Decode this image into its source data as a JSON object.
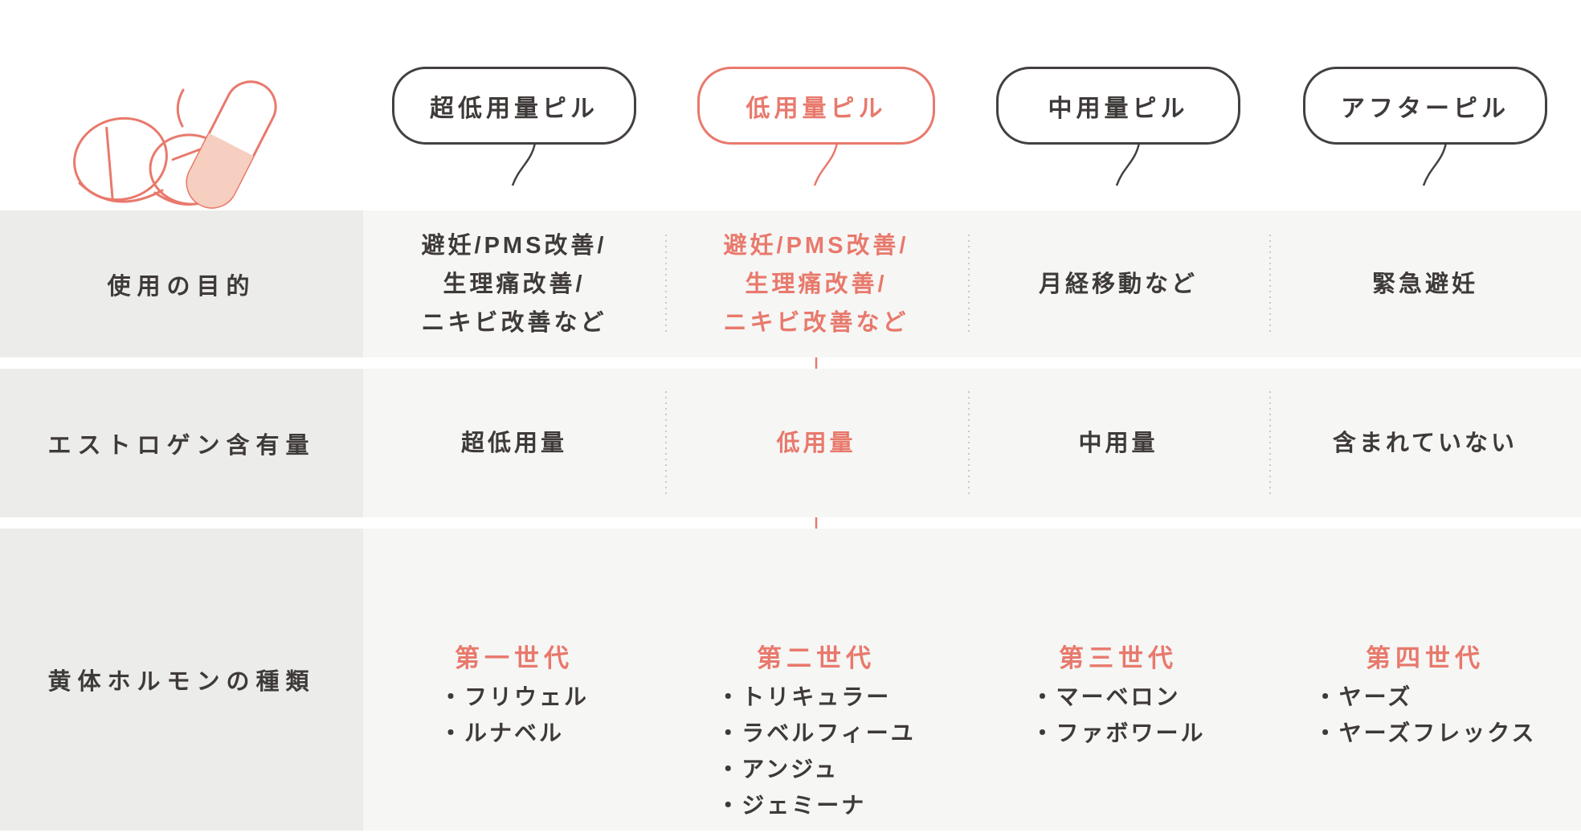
{
  "palette": {
    "accent": "#E8796C",
    "accent_fill": "#F6CFC0",
    "dark": "#3E3A39",
    "label_bg": "#ECECEB",
    "cell_bg": "#F6F6F5",
    "dotted": "#C9C9C9"
  },
  "bubbles": [
    {
      "label": "超低用量ピル"
    },
    {
      "label": "低用量ピル"
    },
    {
      "label": "中用量ピル"
    },
    {
      "label": "アフターピル"
    }
  ],
  "rows": {
    "purpose": {
      "label": "使用の目的",
      "col1": [
        "避妊/PMS改善/",
        "生理痛改善/",
        "ニキビ改善など"
      ],
      "col2": [
        "避妊/PMS改善/",
        "生理痛改善/",
        "ニキビ改善など"
      ],
      "col3": "月経移動など",
      "col4": "緊急避妊"
    },
    "estrogen": {
      "label": "エストロゲン含有量",
      "col1": "超低用量",
      "col2": "低用量",
      "col3": "中用量",
      "col4": "含まれていない"
    },
    "progestin": {
      "label": "黄体ホルモンの種類",
      "gen1": {
        "name": "第一世代",
        "items": [
          "フリウェル",
          "ルナベル"
        ]
      },
      "gen2": {
        "name": "第二世代",
        "items": [
          "トリキュラー",
          "ラベルフィーユ",
          "アンジュ",
          "ジェミーナ"
        ]
      },
      "gen3": {
        "name": "第三世代",
        "items": [
          "マーベロン",
          "ファボワール"
        ]
      },
      "gen4": {
        "name": "第四世代",
        "items": [
          "ヤーズ",
          "ヤーズフレックス"
        ]
      }
    }
  },
  "bullet": "・"
}
